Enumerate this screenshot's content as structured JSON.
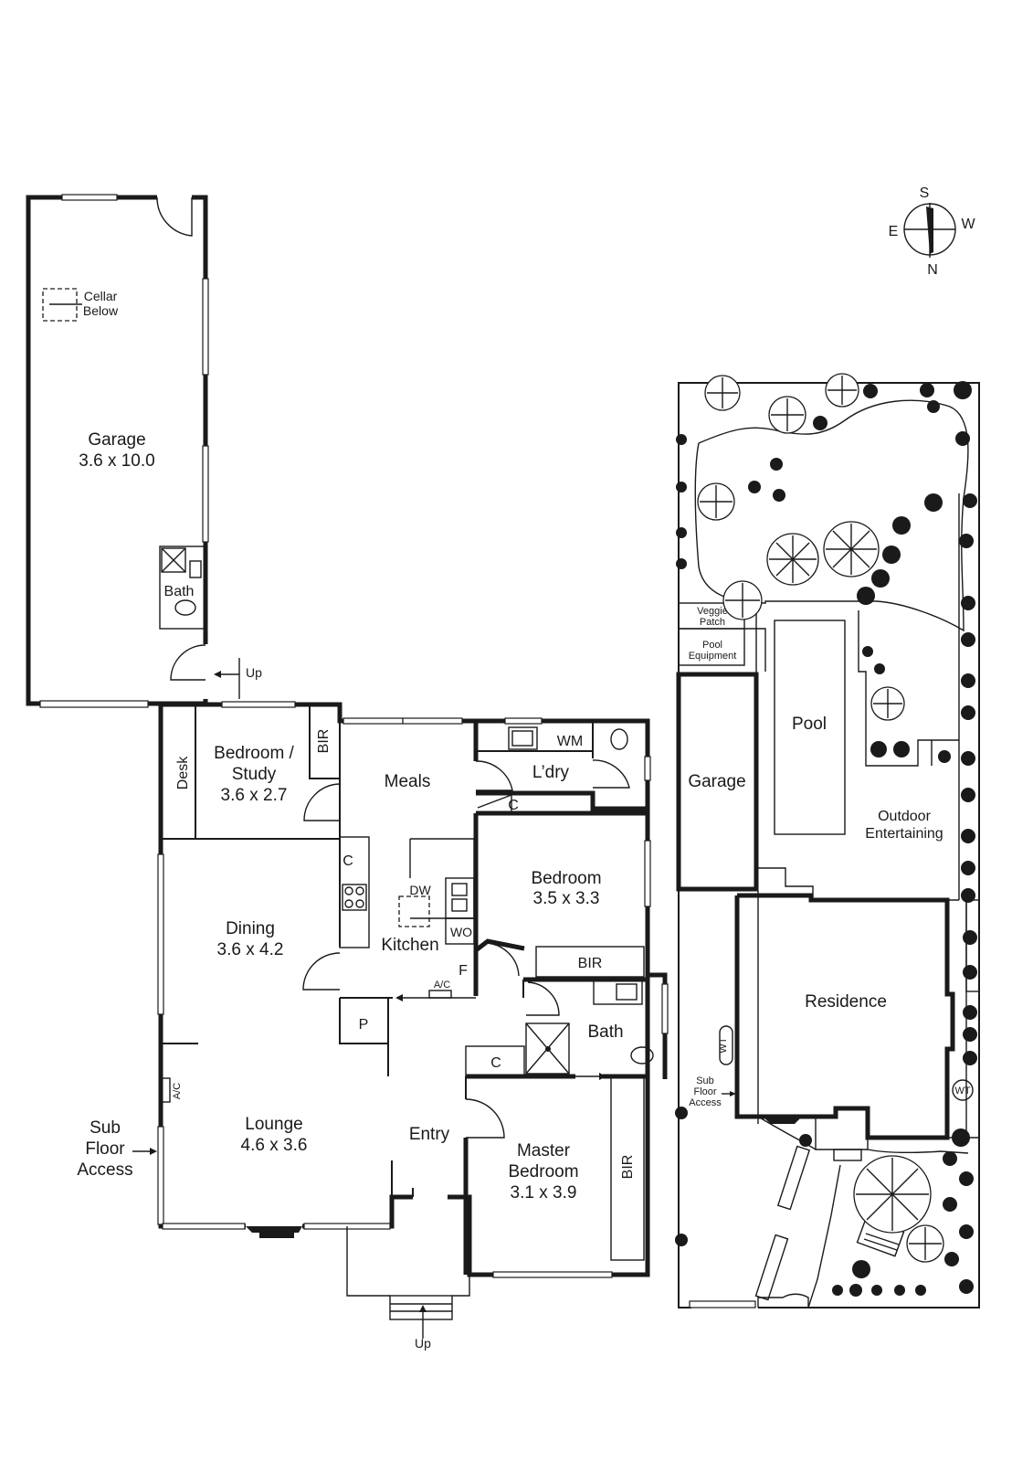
{
  "compass": {
    "north": "N",
    "south": "S",
    "east": "E",
    "west": "W"
  },
  "house": {
    "garage": {
      "name": "Garage",
      "size": "3.6 x 10.0"
    },
    "cellar": {
      "line1": "Cellar",
      "line2": "Below"
    },
    "garage_bath": "Bath",
    "up_rear": "Up",
    "bedroom_study": {
      "line1": "Bedroom /",
      "line2": "Study",
      "size": "3.6 x 2.7"
    },
    "desk": "Desk",
    "bir_study": "BIR",
    "meals": "Meals",
    "laundry": "L’dry",
    "wm": "WM",
    "c_laundry": "C",
    "bedroom": {
      "name": "Bedroom",
      "size": "3.5 x 3.3"
    },
    "c_kitchen": "C",
    "dw": "DW",
    "wo": "WO",
    "kitchen": "Kitchen",
    "dining": {
      "name": "Dining",
      "size": "3.6 x 4.2"
    },
    "bir_bedroom": "BIR",
    "f": "F",
    "ac_hall": "A/C",
    "pantry": "P",
    "bath": "Bath",
    "c_hall": "C",
    "ac_lounge": "A/C",
    "lounge": {
      "name": "Lounge",
      "size": "4.6 x 3.6"
    },
    "entry": "Entry",
    "master": {
      "line1": "Master",
      "line2": "Bedroom",
      "size": "3.1 x 3.9"
    },
    "bir_master": "BIR",
    "sub_floor": {
      "line1": "Sub",
      "line2": "Floor",
      "line3": "Access"
    },
    "up_front": "Up"
  },
  "site": {
    "veggie": {
      "line1": "Veggie",
      "line2": "Patch"
    },
    "pool_equipment": {
      "line1": "Pool",
      "line2": "Equipment"
    },
    "pool": "Pool",
    "garage": "Garage",
    "outdoor": {
      "line1": "Outdoor",
      "line2": "Entertaining"
    },
    "residence": "Residence",
    "wt_left": "WT",
    "wt_right": "WT",
    "sub_floor": {
      "line1": "Sub",
      "line2": "Floor",
      "line3": "Access"
    }
  }
}
